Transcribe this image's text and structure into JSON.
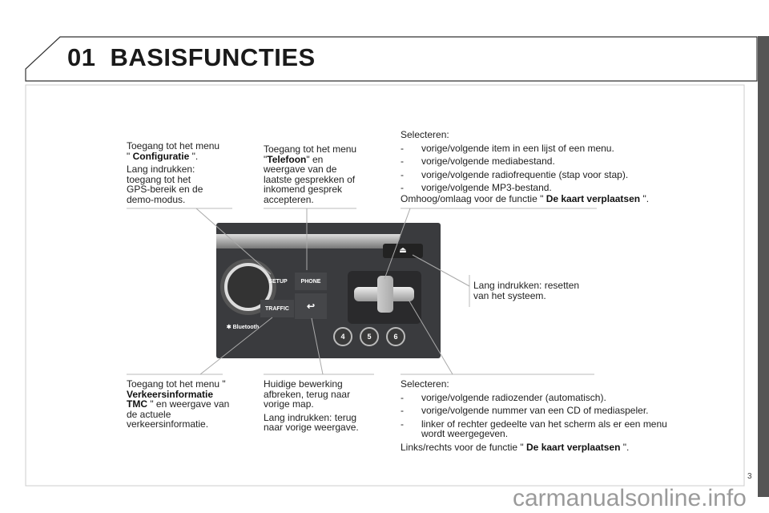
{
  "header": {
    "chapter": "01",
    "title": "BASISFUNCTIES"
  },
  "callouts": {
    "setup": {
      "l1": "Toegang tot het menu",
      "l2a": "\" ",
      "l2b": "Configuratie",
      "l2c": " \".",
      "p2": "Lang indrukken: toegang tot het GPS-bereik en de demo-modus."
    },
    "phone": {
      "l1": "Toegang tot het menu \"",
      "bold": "Telefoon",
      "l2": "\" en weergave van de laatste gesprekken of inkomend gesprek accepteren."
    },
    "updown": {
      "intro": "Selecteren:",
      "items": [
        "vorige/volgende item in een lijst of een menu.",
        "vorige/volgende mediabestand.",
        "vorige/volgende radiofrequentie (stap voor stap).",
        "vorige/volgende MP3-bestand."
      ],
      "dash": "-",
      "outro_a": "Omhoog/omlaag voor de functie \" ",
      "outro_b": "De kaart verplaatsen",
      "outro_c": " \"."
    },
    "reset": {
      "text": "Lang indrukken: resetten van het systeem."
    },
    "traffic": {
      "a": "Toegang tot het menu \" ",
      "b": "Verkeersinformatie TMC",
      "c": " \" en weergave van de actuele verkeersinformatie."
    },
    "back": {
      "p1": "Huidige bewerking afbreken, terug naar vorige map.",
      "p2": "Lang indrukken: terug naar vorige weergave."
    },
    "leftright": {
      "intro": "Selecteren:",
      "items": [
        "vorige/volgende radiozender (automatisch).",
        "vorige/volgende nummer van een CD of mediaspeler.",
        "linker of rechter gedeelte van het scherm als er een menu wordt weergegeven."
      ],
      "dash": "-",
      "outro_a": "Links/rechts voor de functie \" ",
      "outro_b": "De kaart verplaatsen",
      "outro_c": " \"."
    }
  },
  "radio": {
    "setup": "SETUP",
    "phone": "PHONE",
    "traffic": "TRAFFIC",
    "bluetooth": "✱ Bluetooth",
    "presets": [
      "4",
      "5",
      "6"
    ]
  },
  "page_number": "3",
  "watermark": "carmanualsonline.info"
}
